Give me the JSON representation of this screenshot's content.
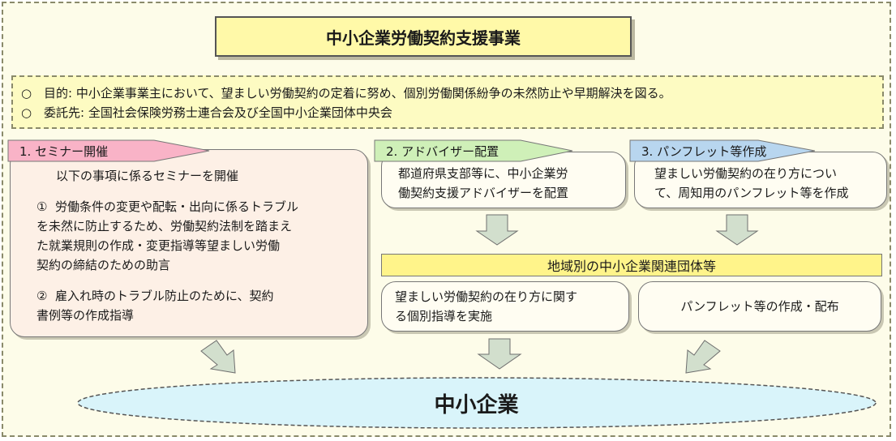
{
  "title": "中小企業労働契約支援事業",
  "purpose": {
    "rows": [
      {
        "mark": "○",
        "text": "目的: 中小企業事業主において、望ましい労働契約の定着に努め、個別労働関係紛争の未然防止や早期解決を図る。"
      },
      {
        "mark": "○",
        "text": "委託先: 全国社会保険労務士連合会及び全国中小企業団体中央会"
      }
    ]
  },
  "sections": [
    {
      "label": "1. セミナー開催",
      "color": "#f9b3c7"
    },
    {
      "label": "2. アドバイザー配置",
      "color": "#cff0b8"
    },
    {
      "label": "3. パンフレット等作成",
      "color": "#b8d6ef"
    }
  ],
  "seminar": {
    "lead": "以下の事項に係るセミナーを開催",
    "items": [
      {
        "mark": "①",
        "lines": [
          "労働条件の変更や配転・出向に係るトラブル",
          "を未然に防止するため、労働契約法制を踏まえ",
          "た就業規則の作成・変更指導等望ましい労働",
          "契約の締結のための助言"
        ]
      },
      {
        "mark": "②",
        "lines": [
          "雇入れ時のトラブル防止のために、契約",
          "書例等の作成指導"
        ]
      }
    ]
  },
  "advisor": {
    "lines": [
      "都道府県支部等に、中小企業労",
      "働契約支援アドバイザーを配置"
    ]
  },
  "pamphlet": {
    "lines": [
      "望ましい労働契約の在り方につい",
      "て、周知用のパンフレット等を作成"
    ]
  },
  "regional": "地域別の中小企業関連団体等",
  "guidance": {
    "lines": [
      "望ましい労働契約の在り方に関す",
      "る個別指導を実施"
    ]
  },
  "distribution": "パンフレット等の作成・配布",
  "target": "中小企業",
  "colors": {
    "arrow_fill": "#d2dfcd",
    "arrow_stroke": "#6f6f6f",
    "ellipse_fill": "#d9f4fa",
    "title_fill": "#fff9a8"
  }
}
